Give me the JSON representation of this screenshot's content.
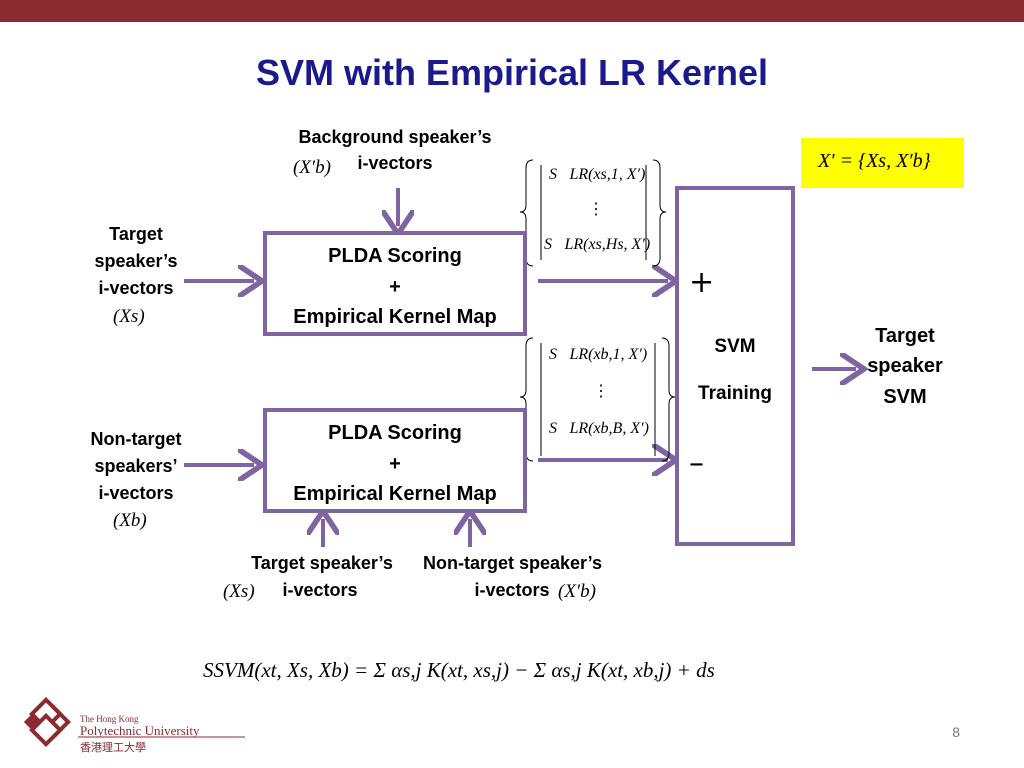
{
  "slide": {
    "title": "SVM with Empirical LR Kernel",
    "page_number": "8"
  },
  "labels": {
    "background_top": "Background speaker’s",
    "background_bottom": "i-vectors",
    "target_1": "Target",
    "target_2": "speaker’s",
    "target_3": "i-vectors",
    "nontarget_1": "Non-target",
    "nontarget_2": "speakers’",
    "nontarget_3": "i-vectors",
    "bottom_target_1": "Target speaker’s",
    "bottom_target_2": "i-vectors",
    "bottom_nontarget_1": "Non-target speaker’s",
    "bottom_nontarget_2": "i-vectors",
    "output_1": "Target",
    "output_2": "speaker",
    "output_3": "SVM"
  },
  "boxes": {
    "plda_top": [
      "PLDA Scoring",
      "+",
      "Empirical Kernel Map"
    ],
    "plda_bottom": [
      "PLDA Scoring",
      "+",
      "Empirical Kernel Map"
    ],
    "svm": [
      "SVM",
      "Training"
    ]
  },
  "symbols": {
    "plus": "+",
    "minus": "–"
  },
  "math": {
    "xb_prime": "(X′b)",
    "xs": "(Xs)",
    "xb": "(Xb)",
    "xprime_def": "X′ = {Xs, X′b}",
    "vec_top_1": "S⃗LR(xs,1, X′)",
    "vec_top_dots": "⋮",
    "vec_top_2": "S⃗LR(xs,Hs, X′)",
    "vec_bot_1": "S⃗LR(xb,1, X′)",
    "vec_bot_dots": "⋮",
    "vec_bot_2": "S⃗LR(xb,B, X′)",
    "formula": "SSVM(xt, Xs, Xb) = Σ αs,j K(xt, xs,j) − Σ αs,j K(xt, xb,j) + ds"
  },
  "logo": {
    "line1": "The Hong Kong",
    "line2": "Polytechnic University",
    "line3": "香港理工大學"
  },
  "colors": {
    "accent_bar": "#8b2b31",
    "title": "#1a1a8c",
    "box_border": "#8064a2",
    "highlight": "#ffff00"
  }
}
